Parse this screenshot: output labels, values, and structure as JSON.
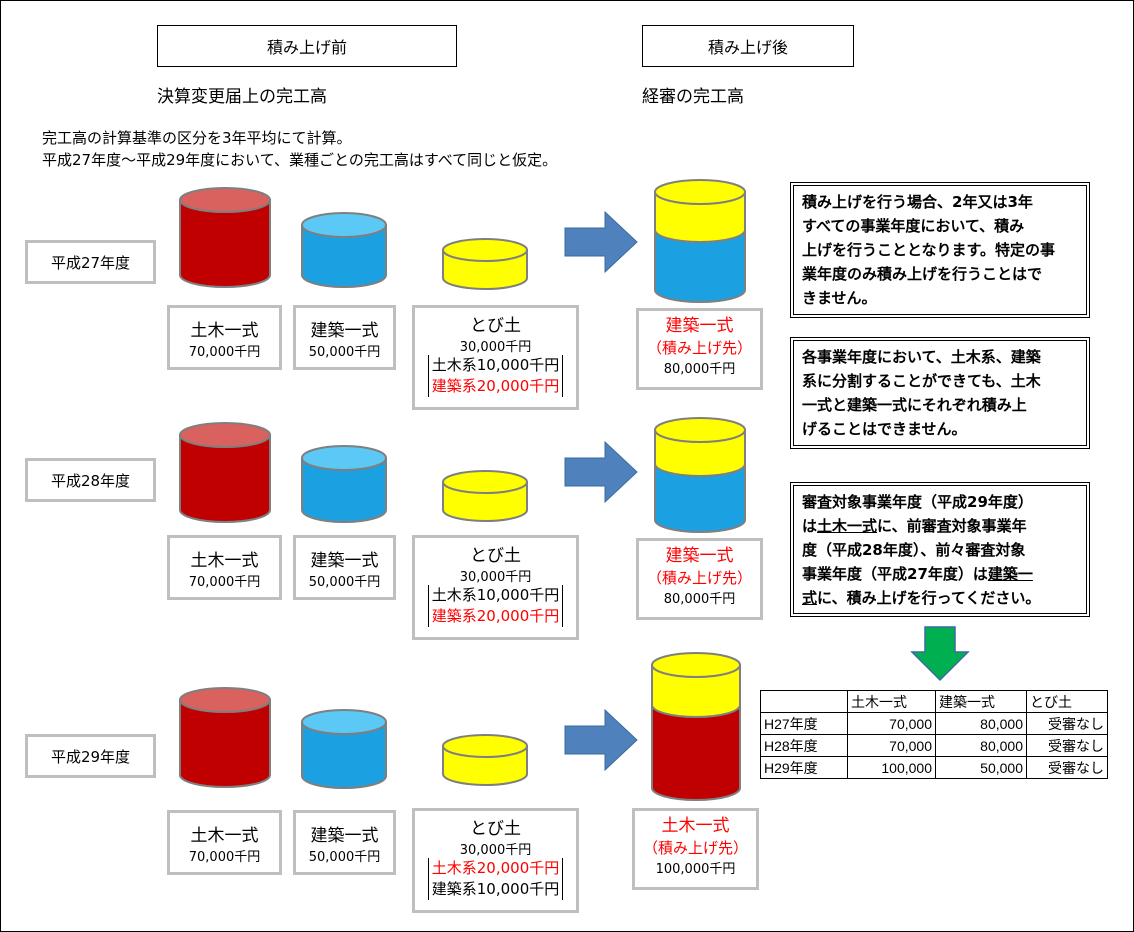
{
  "headers": {
    "before": "積み上げ前",
    "after": "積み上げ後",
    "before_sub": "決算変更届上の完工高",
    "after_sub": "経審の完工高"
  },
  "notes": [
    "完工高の計算基準の区分を3年平均にて計算。",
    "平成27年度～平成29年度において、業種ごとの完工高はすべて同じと仮定。"
  ],
  "rows": [
    {
      "year": "平成27年度",
      "doboku": {
        "name": "土木一式",
        "value": "70,000千円"
      },
      "kenchiku": {
        "name": "建築一式",
        "value": "50,000千円"
      },
      "tobi": {
        "name": "とび土",
        "value": "30,000千円",
        "split1": "土木系10,000千円",
        "split2": "建築系20,000千円"
      },
      "result": {
        "name": "建築一式",
        "note": "（積み上げ先）",
        "value": "80,000千円"
      }
    },
    {
      "year": "平成28年度",
      "doboku": {
        "name": "土木一式",
        "value": "70,000千円"
      },
      "kenchiku": {
        "name": "建築一式",
        "value": "50,000千円"
      },
      "tobi": {
        "name": "とび土",
        "value": "30,000千円",
        "split1": "土木系10,000千円",
        "split2": "建築系20,000千円"
      },
      "result": {
        "name": "建築一式",
        "note": "（積み上げ先）",
        "value": "80,000千円"
      }
    },
    {
      "year": "平成29年度",
      "doboku": {
        "name": "土木一式",
        "value": "70,000千円"
      },
      "kenchiku": {
        "name": "建築一式",
        "value": "50,000千円"
      },
      "tobi": {
        "name": "とび土",
        "value": "30,000千円",
        "split1": "土木系20,000千円",
        "split2": "建築系10,000千円"
      },
      "result": {
        "name": "土木一式",
        "note": "（積み上げ先）",
        "value": "100,000千円"
      }
    }
  ],
  "callouts": {
    "c1": "積み上げを行う場合、2年又は3年\nすべての事業年度において、積み\n上げを行うこととなります。特定の事\n業年度のみ積み上げを行うことはで\nきません。",
    "c2": "各事業年度において、土木系、建築\n系に分割することができても、土木\n一式と建築一式にそれぞれ積み上\nげることはできません。",
    "c3_a": "審査対象事業年度（平成29年度）\nは",
    "c3_u1": "土木一式",
    "c3_b": "に、前審査対象事業年\n度（平成28年度）、前々審査対象\n事業年度（平成27年度）は",
    "c3_u2": "建築一\n式",
    "c3_c": "に、積み上げを行ってください。"
  },
  "table": {
    "columns": [
      "",
      "土木一式",
      "建築一式",
      "とび土"
    ],
    "rows": [
      [
        "H27年度",
        "70,000",
        "80,000",
        "受審なし"
      ],
      [
        "H28年度",
        "70,000",
        "80,000",
        "受審なし"
      ],
      [
        "H29年度",
        "100,000",
        "50,000",
        "受審なし"
      ]
    ]
  },
  "colors": {
    "red_fill": "#c00000",
    "red_top": "#d9625e",
    "blue_fill": "#1ba1e2",
    "blue_top": "#5bc8f5",
    "yellow_fill": "#ffff00",
    "arrow_blue": "#4f81bd",
    "arrow_green": "#00b050"
  }
}
